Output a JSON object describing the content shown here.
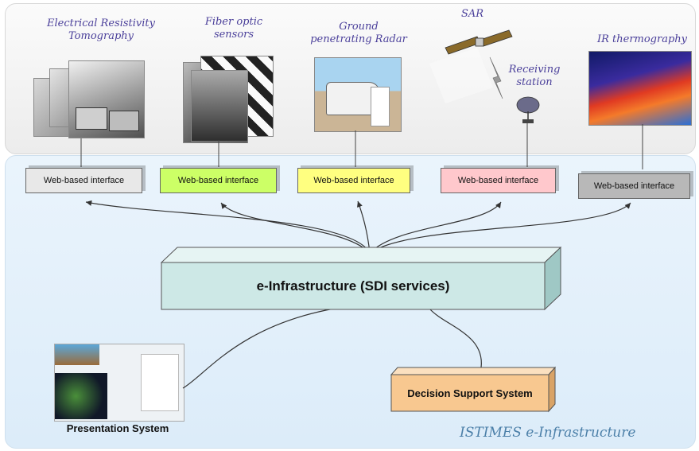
{
  "sensors": {
    "ert": "Electrical Resistivity\nTomography",
    "fiber": "Fiber optic\nsensors",
    "gpr": "Ground\npenetrating Radar",
    "sar": "SAR",
    "receiving": "Receiving\nstation",
    "ir": "IR thermography"
  },
  "interfaces": [
    {
      "label": "Web-based interface",
      "color": "#e8e8e8"
    },
    {
      "label": "Web-based interface",
      "color": "#ccff66"
    },
    {
      "label": "Web-based interface",
      "color": "#ffff80"
    },
    {
      "label": "Web-based interface",
      "color": "#ffc8cc"
    },
    {
      "label": "Web-based interface",
      "color": "#b8b8b8"
    }
  ],
  "core": {
    "label": "e-Infrastructure (SDI services)",
    "color": "#cde8e6"
  },
  "dss": {
    "label": "Decision Support System",
    "color": "#f8c890"
  },
  "presentation": {
    "label": "Presentation System"
  },
  "footer": {
    "label": "ISTIMES e-Infrastructure"
  }
}
